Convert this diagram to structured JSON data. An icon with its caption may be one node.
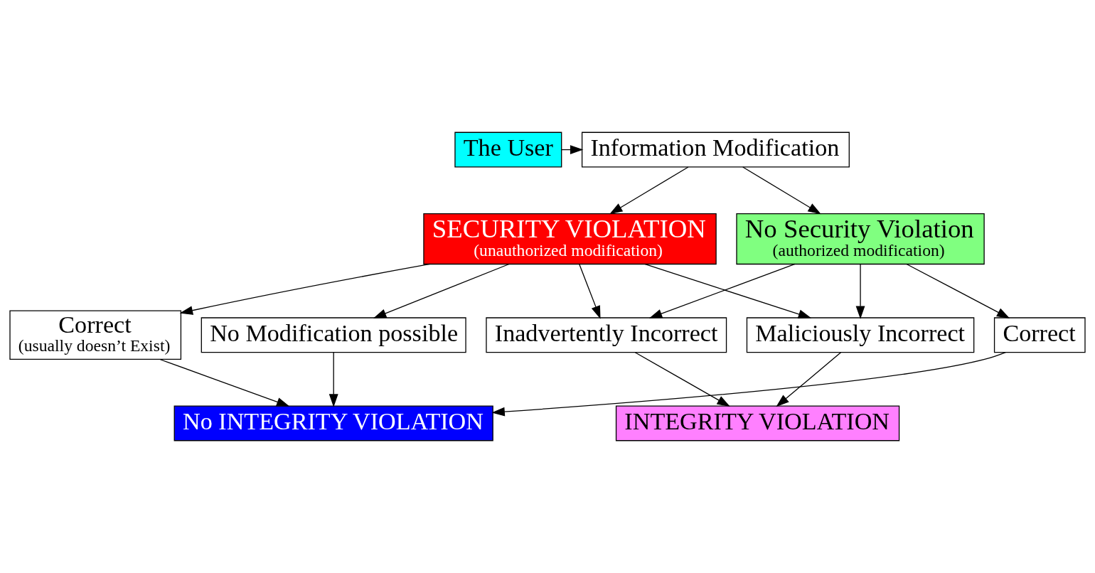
{
  "diagram": {
    "nodes": [
      {
        "text": [
          "The User"
        ]
      },
      {
        "text": [
          "Information Modification"
        ]
      },
      {
        "text": [
          "SECURITY VIOLATION",
          "(unauthorized modification)"
        ]
      },
      {
        "text": [
          "No Security Violation",
          "(authorized modification)"
        ]
      },
      {
        "text": [
          "No Modification possible"
        ]
      },
      {
        "text": [
          "Correct",
          "(usually doesn’t Exist)"
        ]
      },
      {
        "text": [
          "Inadvertently Incorrect"
        ]
      },
      {
        "text": [
          "Maliciously Incorrect"
        ]
      },
      {
        "text": [
          "Correct"
        ]
      },
      {
        "text": [
          "INTEGRITY VIOLATION"
        ]
      },
      {
        "text": [
          "No INTEGRITY VIOLATION"
        ]
      }
    ],
    "edges": [
      {
        "from": 0,
        "to": 1,
        "arrow": "to"
      },
      {
        "from": 1,
        "to": 2,
        "arrow": "to"
      },
      {
        "from": 1,
        "to": 3,
        "arrow": "to"
      },
      {
        "from": 2,
        "to": 4,
        "arrow": "to"
      },
      {
        "from": 2,
        "to": 5,
        "arrow": "to"
      },
      {
        "from": 2,
        "to": 6,
        "arrow": "to"
      },
      {
        "from": 2,
        "to": 7,
        "arrow": "to"
      },
      {
        "from": 3,
        "to": 6,
        "arrow": "to"
      },
      {
        "from": 3,
        "to": 7,
        "arrow": "to"
      },
      {
        "from": 3,
        "to": 8,
        "arrow": "to"
      },
      {
        "from": 4,
        "to": 10,
        "arrow": "to"
      },
      {
        "from": 5,
        "to": 10,
        "arrow": "to"
      },
      {
        "from": 6,
        "to": 9,
        "arrow": "to"
      },
      {
        "from": 7,
        "to": 9,
        "arrow": "to"
      },
      {
        "from": 8,
        "to": 10,
        "arrow": "to"
      }
    ]
  }
}
